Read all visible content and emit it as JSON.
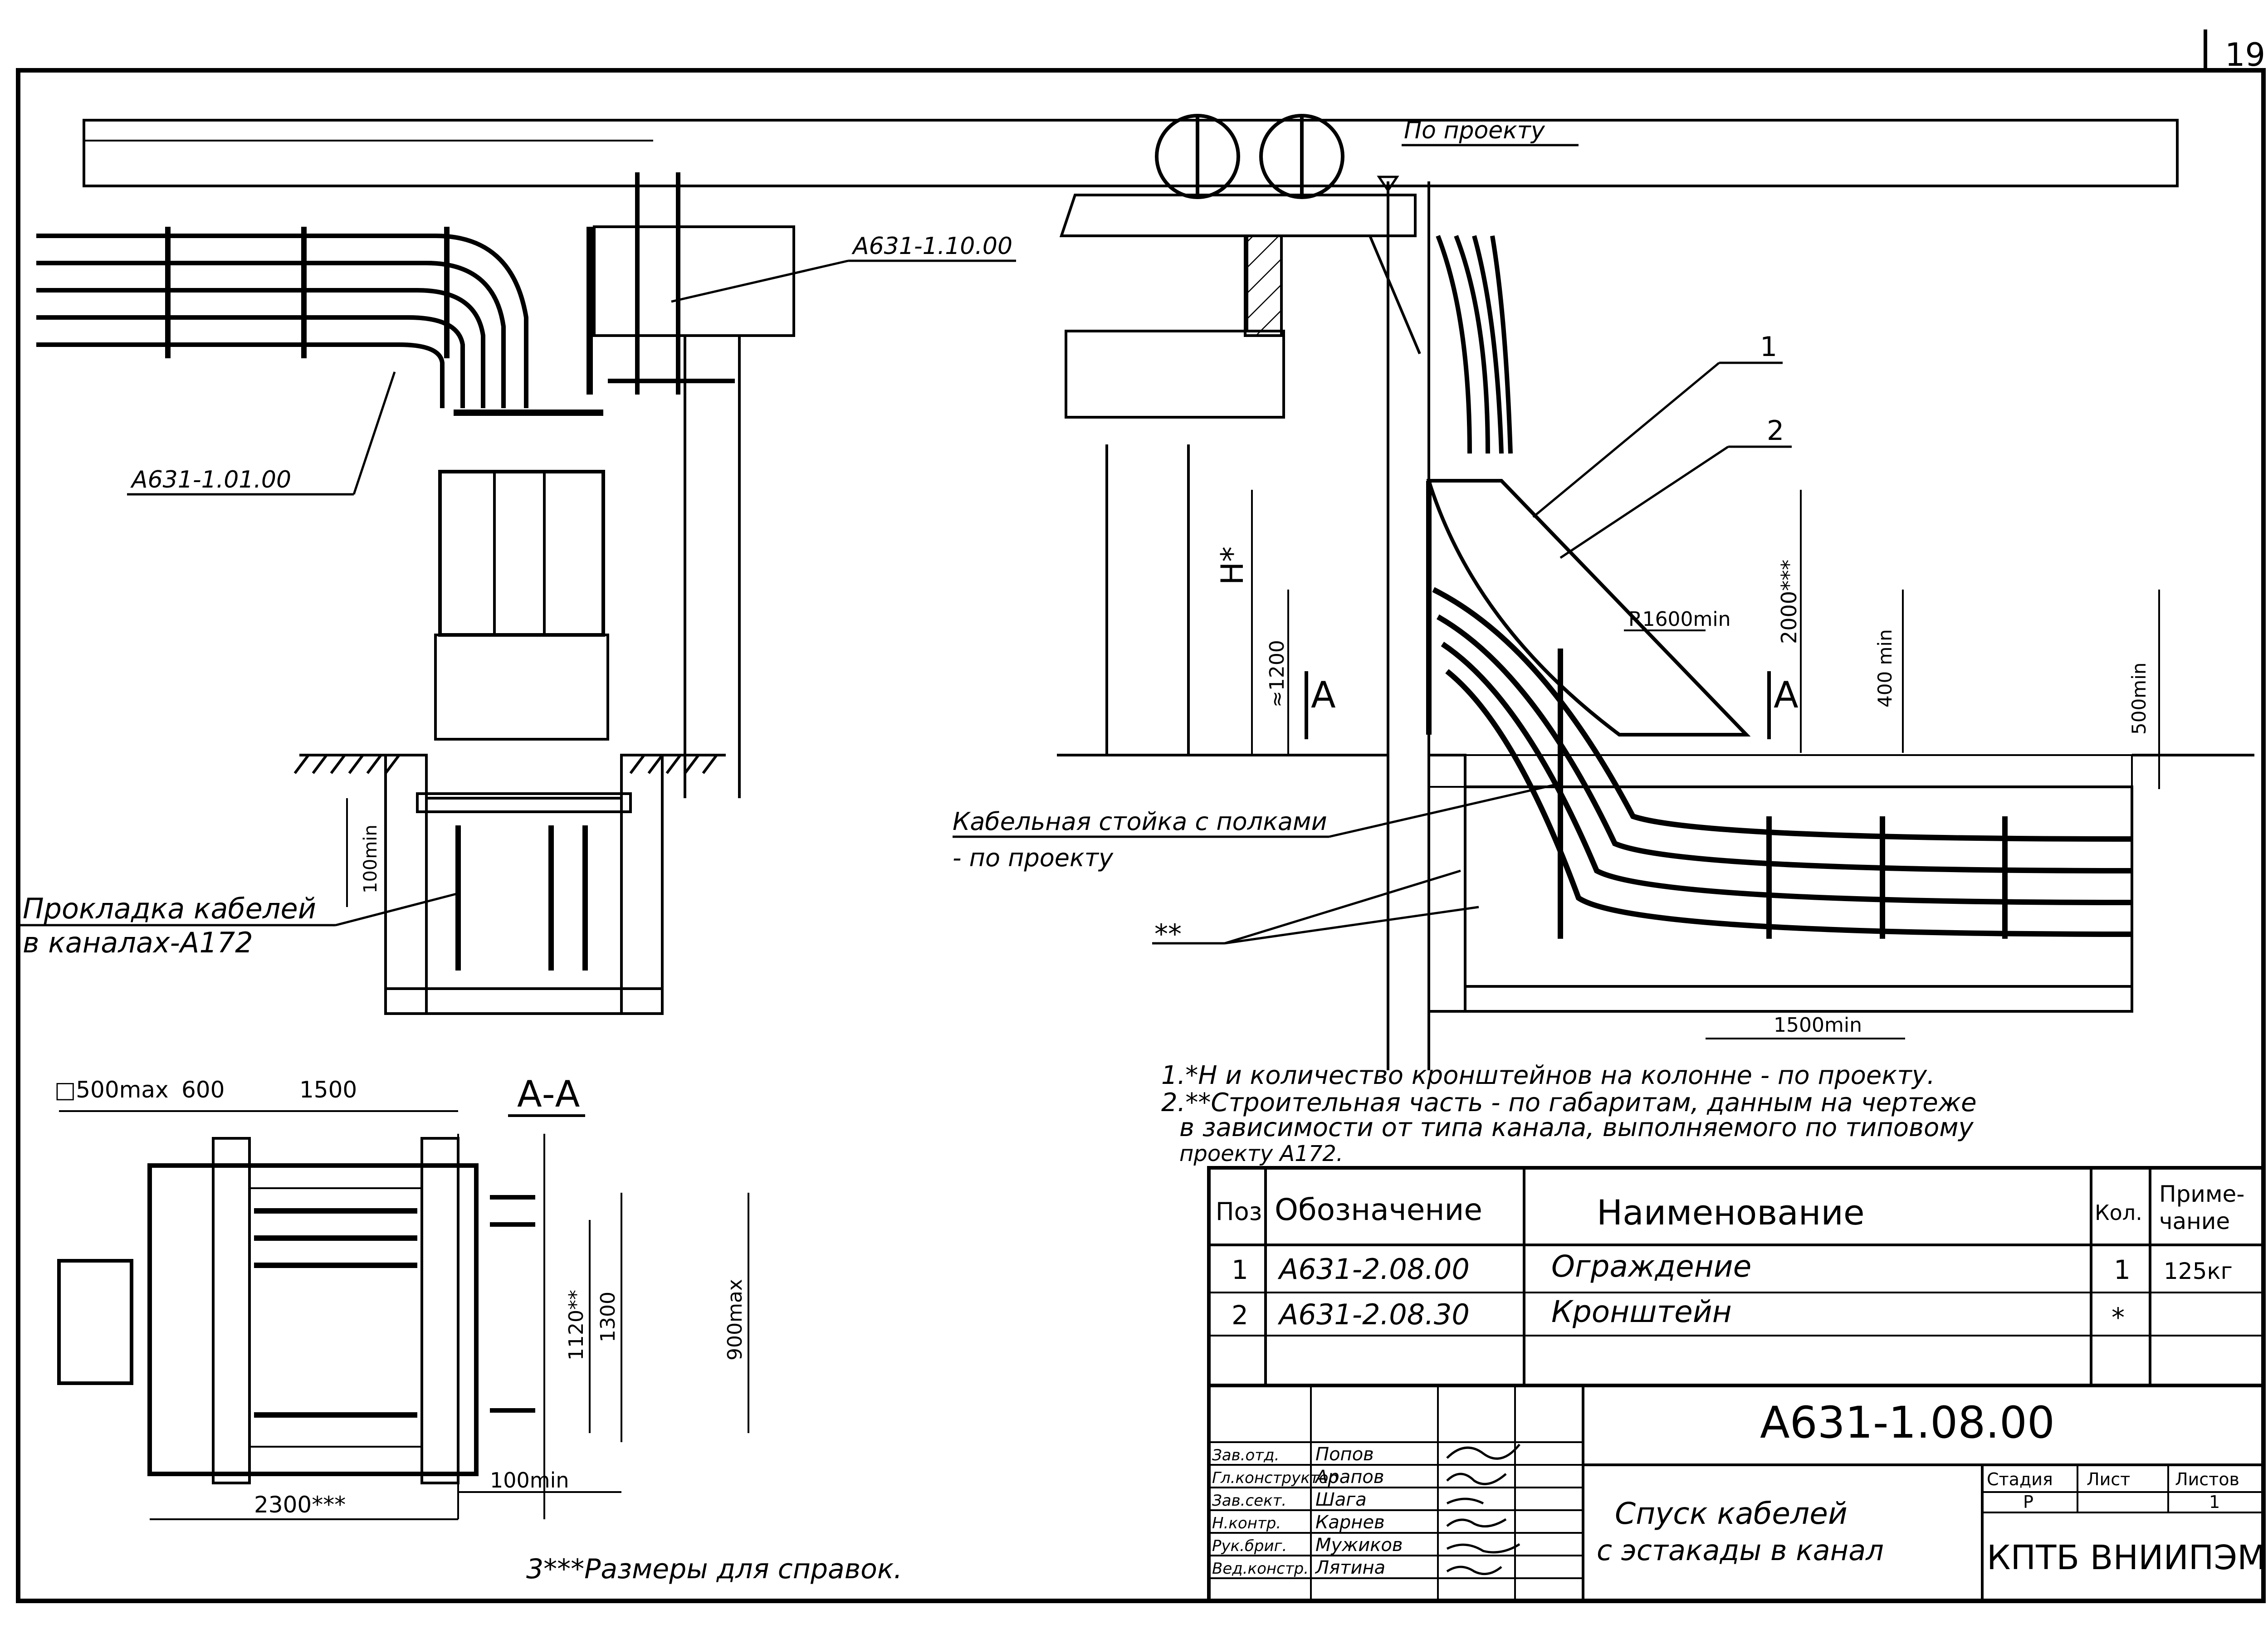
{
  "sheet_number": "19",
  "labels": {
    "po_proektu": "По проекту",
    "ref_top": "А631-1.10.00",
    "ref_cables": "А631-1.01.00",
    "channel_lay_1": "Прокладка кабелей",
    "channel_lay_2": "в каналах-А172",
    "rack_1": "Кабельная стойка с полками",
    "rack_2": "- по проекту",
    "double_star": "**",
    "pos1": "1",
    "pos2": "2",
    "section_a_left": "А",
    "section_a_right": "А",
    "section_title": "А-А",
    "h_star": "Н*",
    "dim_1200": "≈1200",
    "dim_2000": "2000***",
    "dim_r1600": "R1600min",
    "dim_400": "400 min",
    "dim_500": "500min",
    "dim_1500min": "1500min",
    "dim_100min_left": "100min",
    "dim_500max": "□500max",
    "dim_600": "600",
    "dim_1500": "1500",
    "dim_1120": "1120**",
    "dim_1300": "1300",
    "dim_900": "900max",
    "dim_2300": "2300***",
    "dim_100min": "100min"
  },
  "notes": [
    "1.*Н и количество кронштейнов на колонне - по проекту.",
    "2.**Строительная часть - по габаритам, данным на чертеже",
    "в зависимости от типа канала, выполняемого по типовому",
    "проекту А172.",
    "3***Размеры для справок."
  ],
  "spec_table": {
    "headers": [
      "Поз",
      "Обозначение",
      "Наименование",
      "Кол.",
      "Приме-",
      "чание"
    ],
    "rows": [
      {
        "pos": "1",
        "code": "А631-2.08.00",
        "name": "Ограждение",
        "qty": "1",
        "note": "125кг"
      },
      {
        "pos": "2",
        "code": "А631-2.08.30",
        "name": "Кронштейн",
        "qty": "*",
        "note": ""
      }
    ]
  },
  "title_block": {
    "doc_code": "А631-1.08.00",
    "title_1": "Спуск кабелей",
    "title_2": "с эстакады в канал",
    "org": "КПТБ ВНИИПЭМ",
    "stage_h": "Стадия",
    "sheet_h": "Лист",
    "sheets_h": "Листов",
    "stage": "Р",
    "sheets": "1",
    "signers": [
      {
        "role": "Зав.отд.",
        "name": "Попов"
      },
      {
        "role": "Гл.конструктор",
        "name": "Арапов"
      },
      {
        "role": "Зав.сект.",
        "name": "Шага"
      },
      {
        "role": "Н.контр.",
        "name": "Карнев"
      },
      {
        "role": "Рук.бриг.",
        "name": "Мужиков"
      },
      {
        "role": "Вед.констр.",
        "name": "Лятина"
      }
    ]
  }
}
